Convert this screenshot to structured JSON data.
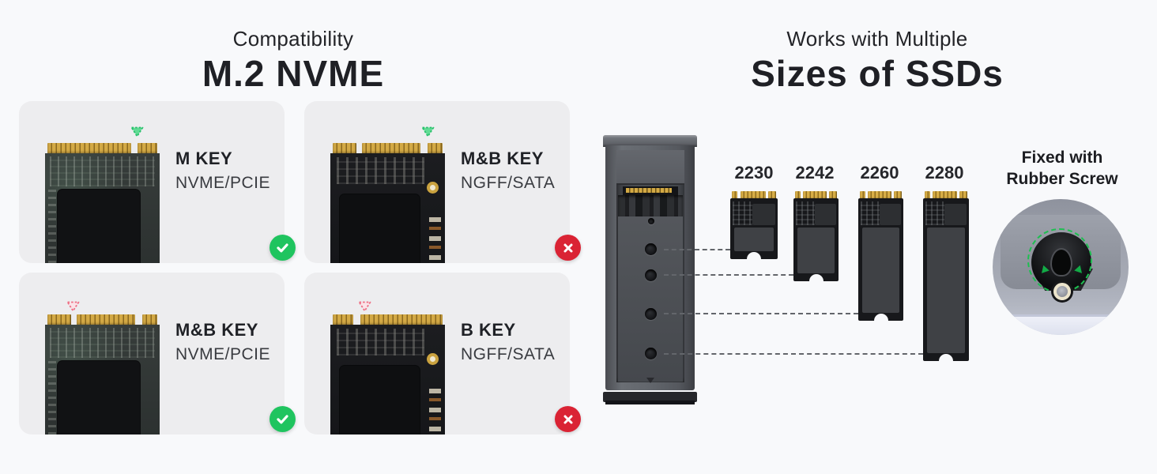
{
  "left": {
    "subtitle": "Compatibility",
    "title": "M.2 NVME",
    "cards": [
      {
        "key": "M KEY",
        "interface": "NVME/PCIE",
        "status": "compatible",
        "marker_color": "green",
        "connector": "m-key"
      },
      {
        "key": "M&B KEY",
        "interface": "NGFF/SATA",
        "status": "not-compatible",
        "marker_color": "green",
        "connector": "b-and-m-key"
      },
      {
        "key": "M&B KEY",
        "interface": "NVME/PCIE",
        "status": "compatible",
        "marker_color": "red",
        "connector": "b-and-m-key"
      },
      {
        "key": "B KEY",
        "interface": "NGFF/SATA",
        "status": "not-compatible",
        "marker_color": "red",
        "connector": "b-key"
      }
    ]
  },
  "right": {
    "subtitle": "Works with Multiple",
    "title": "Sizes of SSDs",
    "sizes": [
      "2230",
      "2242",
      "2260",
      "2280"
    ],
    "screw_note": {
      "line1": "Fixed with",
      "line2": "Rubber Screw"
    }
  },
  "colors": {
    "page_bg": "#f8f9fb",
    "card_bg": "#ededef",
    "compatible_green": "#1fc45f",
    "incompatible_red": "#da2334",
    "marker_green": "#62db95",
    "marker_red": "#ee6e84",
    "connector_gold": "#c9a23f"
  }
}
